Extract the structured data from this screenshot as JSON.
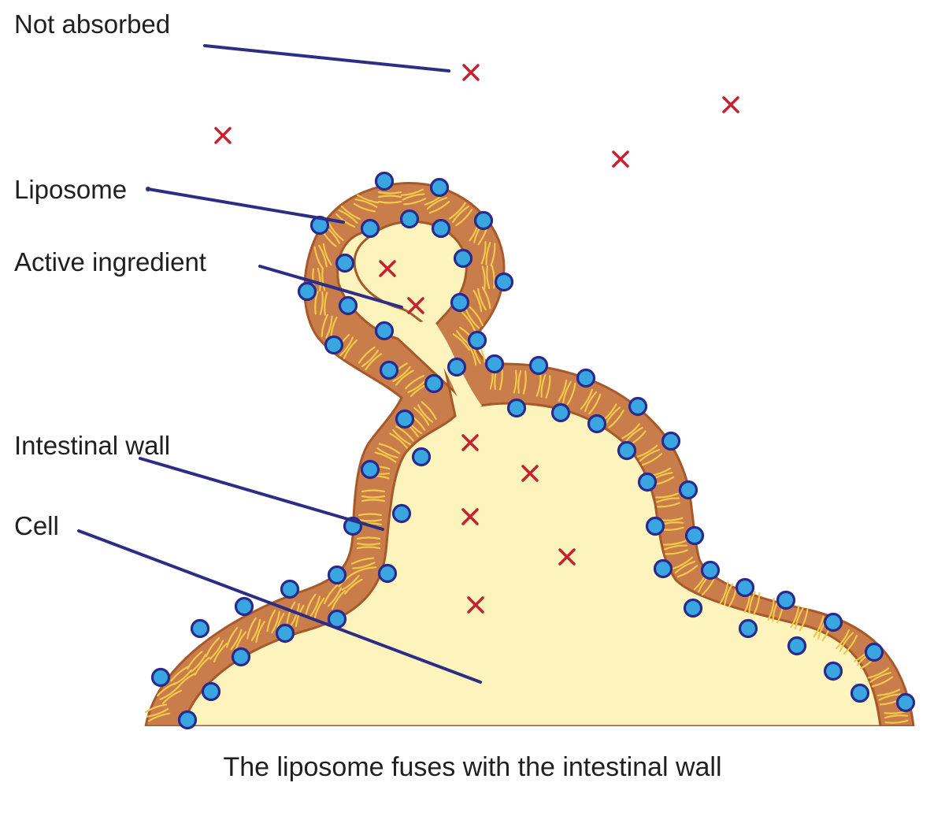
{
  "labels": {
    "not_absorbed": "Not absorbed",
    "liposome": "Liposome",
    "active_ingredient": "Active ingredient",
    "intestinal_wall": "Intestinal wall",
    "cell": "Cell"
  },
  "caption": "The liposome fuses with the intestinal wall",
  "colors": {
    "membrane": "#c87d4b",
    "membrane_edge": "#a8592a",
    "cell_interior": "#fdf3bd",
    "lipid_tail": "#f2c84b",
    "phospholipid_head": "#39a6e1",
    "phospholipid_head_edge": "#2a2a8c",
    "leader_line": "#2d2d86",
    "marker": "#c8202e"
  },
  "icons": {
    "active_ingredient_marker": "x-mark-icon",
    "phospholipid_head": "circle-icon"
  }
}
